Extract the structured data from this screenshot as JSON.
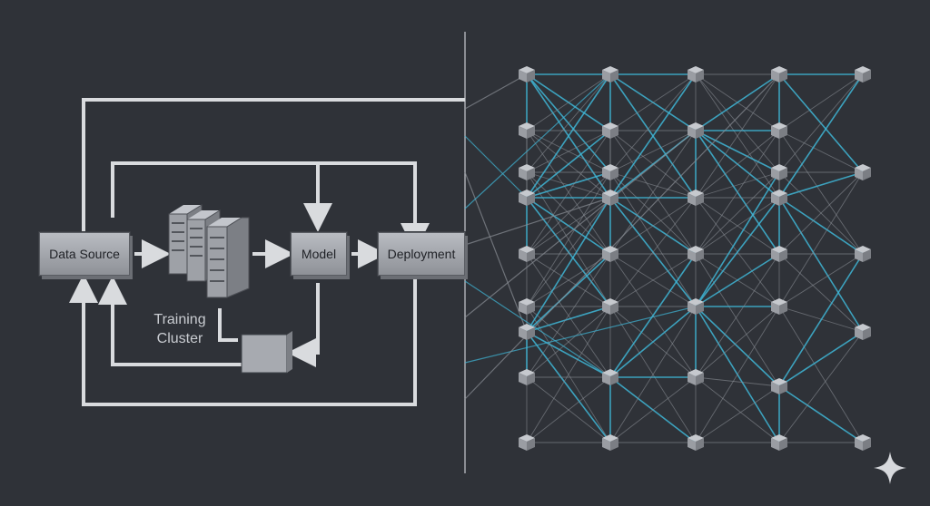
{
  "diagram": {
    "nodes": {
      "data_source": "Data Source",
      "training_cluster_line1": "Training",
      "training_cluster_line2": "Cluster",
      "model": "Model",
      "deployment": "Deployment"
    },
    "colors": {
      "background": "#2f3238",
      "arrow": "#d9dbde",
      "mesh_glow": "#3fb6d6",
      "mesh_line": "#8a8e95",
      "node_face": "#a7aab0"
    },
    "icons": [
      "server-rack-icon",
      "sparkle-icon"
    ]
  }
}
